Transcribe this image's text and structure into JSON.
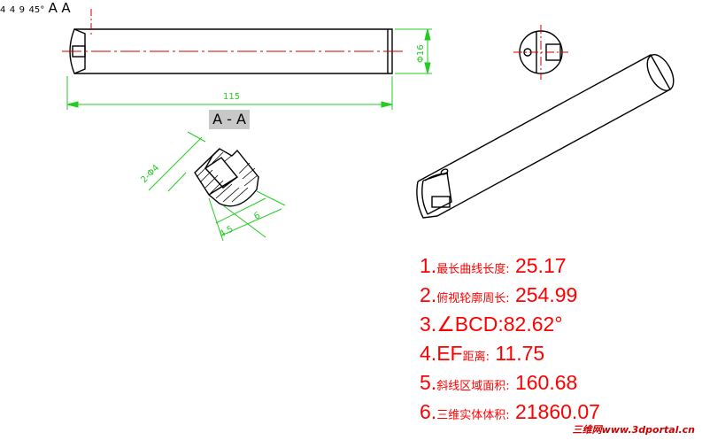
{
  "section_label": "A - A",
  "dimensions": {
    "length": "115",
    "diameter": "Φ16",
    "hole": "2-Φ4",
    "width_6": "6",
    "width_45": "4.5",
    "angle": "45°",
    "small_1": "4",
    "small_2": "4",
    "small_3": "9"
  },
  "section_marks": {
    "top": "A",
    "bottom": "A"
  },
  "answers": [
    {
      "num": "1.",
      "label": "最长曲线长度:",
      "value": " 25.17"
    },
    {
      "num": "2.",
      "label": "俯视轮廓周长:",
      "value": " 254.99"
    },
    {
      "num": "3.",
      "label": "",
      "value": "∠BCD:82.62°"
    },
    {
      "num": "4.",
      "label": "",
      "value": "EF",
      "label2": "距离:",
      "value2": " 11.75"
    },
    {
      "num": "5.",
      "label": "斜线区域面积:",
      "value": " 160.68"
    },
    {
      "num": "6.",
      "label": "三维实体体积:",
      "value": " 21860.07"
    }
  ],
  "watermark": "三维网www.3dportal.cn",
  "colors": {
    "dimension": "#22cc22",
    "centerline": "#cc0000",
    "answers": "#ff0000",
    "outline": "#000000"
  }
}
